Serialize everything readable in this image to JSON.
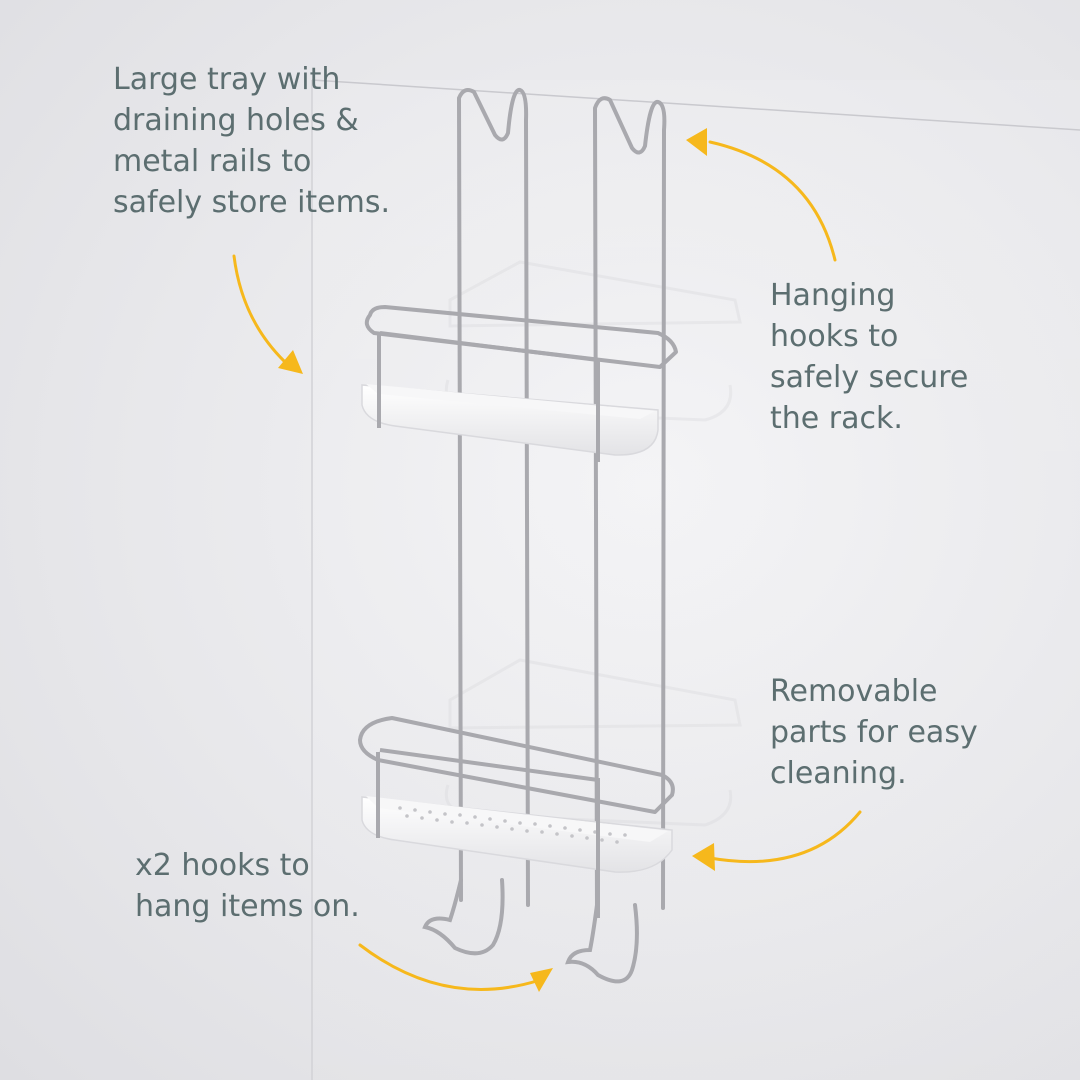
{
  "callouts": {
    "tray": "Large tray with\ndraining holes &\nmetal rails to\nsafely store items.",
    "hanging_hooks": "Hanging\nhooks to\nsafely secure\nthe rack.",
    "removable": "Removable\nparts for easy\ncleaning.",
    "bottom_hooks": "x2 hooks to\nhang items on."
  },
  "colors": {
    "text": "#5c6e70",
    "arrow": "#f6b81c",
    "wire": "#a9a9ae",
    "tray": "#ffffff",
    "background": "#e9e9ec"
  }
}
